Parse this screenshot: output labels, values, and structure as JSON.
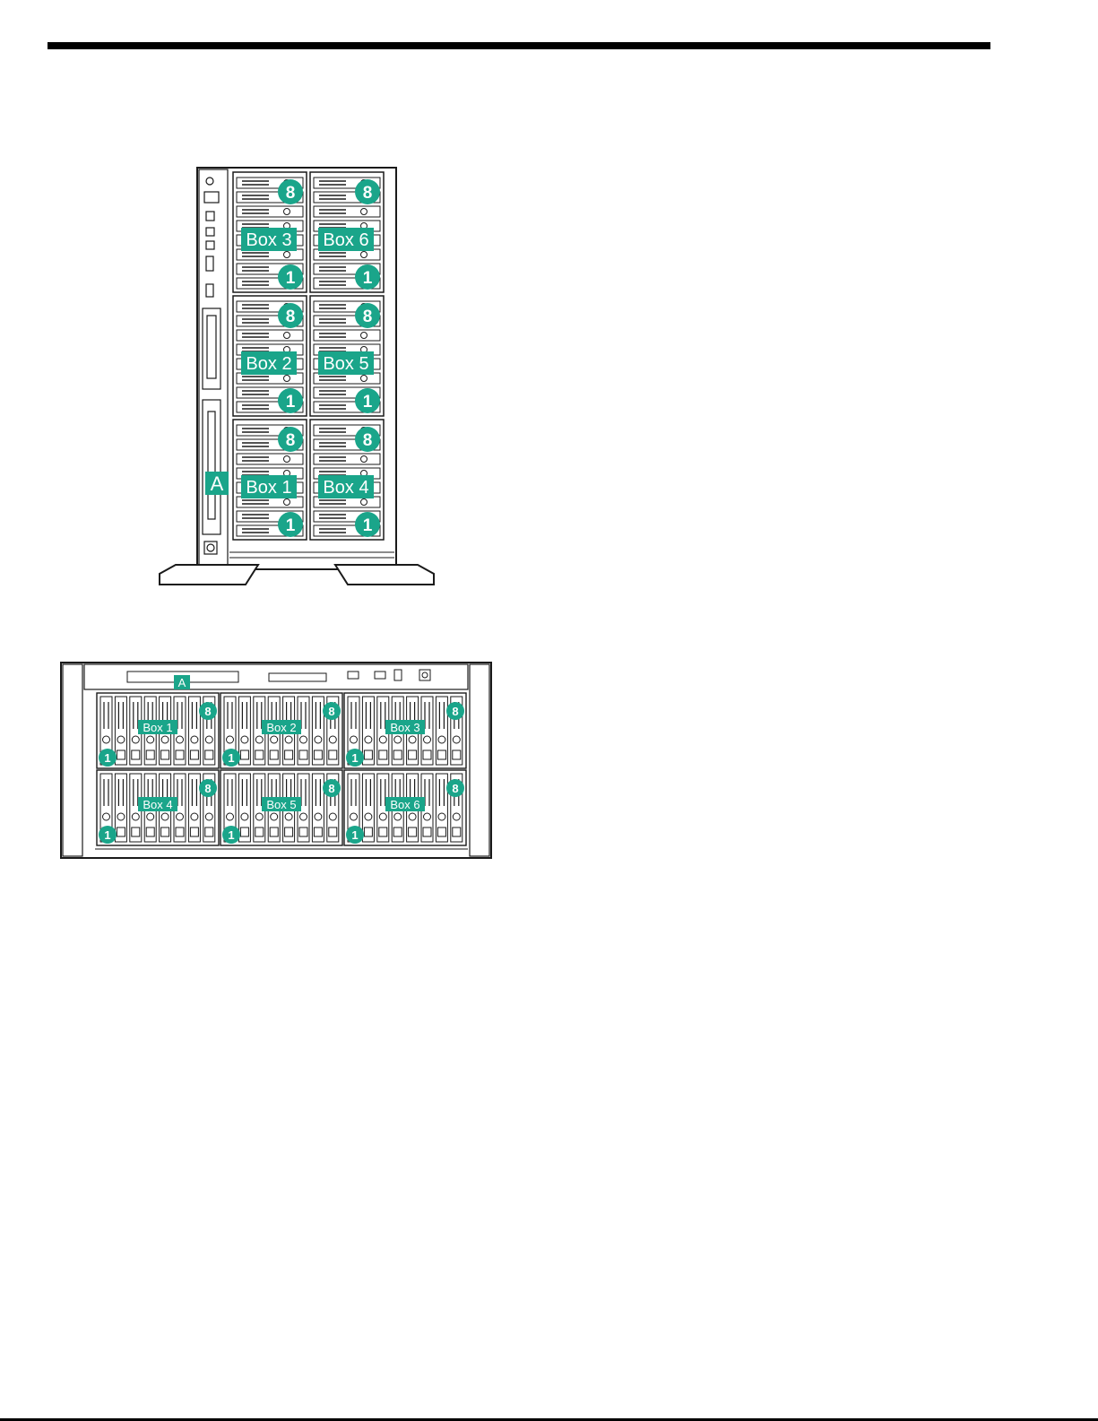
{
  "colors": {
    "callout": "#1aa58a",
    "line": "#1a1a1a",
    "background": "#ffffff"
  },
  "tower": {
    "boxes": [
      {
        "label": "Box 3",
        "top_bay": "8",
        "bottom_bay": "1"
      },
      {
        "label": "Box 6",
        "top_bay": "8",
        "bottom_bay": "1"
      },
      {
        "label": "Box 2",
        "top_bay": "8",
        "bottom_bay": "1"
      },
      {
        "label": "Box 5",
        "top_bay": "8",
        "bottom_bay": "1"
      },
      {
        "label": "Box 1",
        "top_bay": "8",
        "bottom_bay": "1"
      },
      {
        "label": "Box 4",
        "top_bay": "8",
        "bottom_bay": "1"
      }
    ],
    "callout": "A"
  },
  "rack": {
    "boxes": [
      {
        "label": "Box 1",
        "top_bay": "8",
        "bottom_bay": "1"
      },
      {
        "label": "Box 2",
        "top_bay": "8",
        "bottom_bay": "1"
      },
      {
        "label": "Box 3",
        "top_bay": "8",
        "bottom_bay": "1"
      },
      {
        "label": "Box 4",
        "top_bay": "8",
        "bottom_bay": "1"
      },
      {
        "label": "Box 5",
        "top_bay": "8",
        "bottom_bay": "1"
      },
      {
        "label": "Box 6",
        "top_bay": "8",
        "bottom_bay": "1"
      }
    ],
    "callout": "A"
  }
}
